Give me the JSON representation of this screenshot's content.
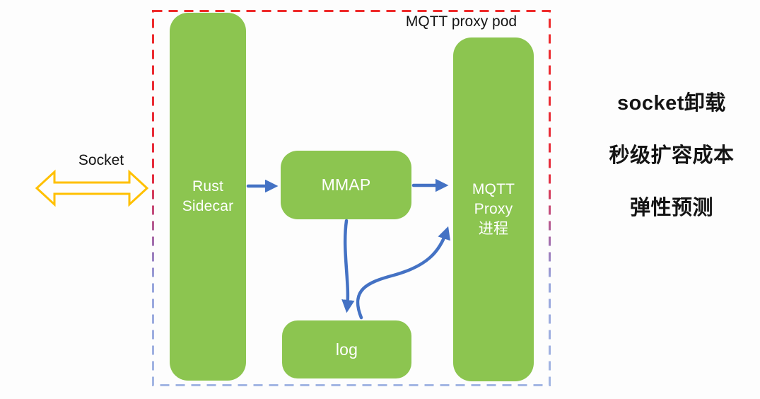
{
  "pod": {
    "label": "MQTT proxy pod"
  },
  "socket": {
    "label": "Socket"
  },
  "nodes": {
    "rust_sidecar": {
      "label": "Rust\nSidecar"
    },
    "mmap": {
      "label": "MMAP"
    },
    "log": {
      "label": "log"
    },
    "mqtt_proxy": {
      "label": "MQTT\nProxy\n进程"
    }
  },
  "annotations": {
    "items": [
      "socket卸载",
      "秒级扩容成本",
      "弹性预测"
    ]
  },
  "colors": {
    "node_green": "#8CC550",
    "arrow_blue": "#4472C4",
    "socket_arrow_yellow": "#FFC000",
    "border_top_red": "#EE2B2B",
    "border_bottom_lavender": "#A3B6E3",
    "text_black": "#141414",
    "node_text_white": "#FFFFFF"
  }
}
